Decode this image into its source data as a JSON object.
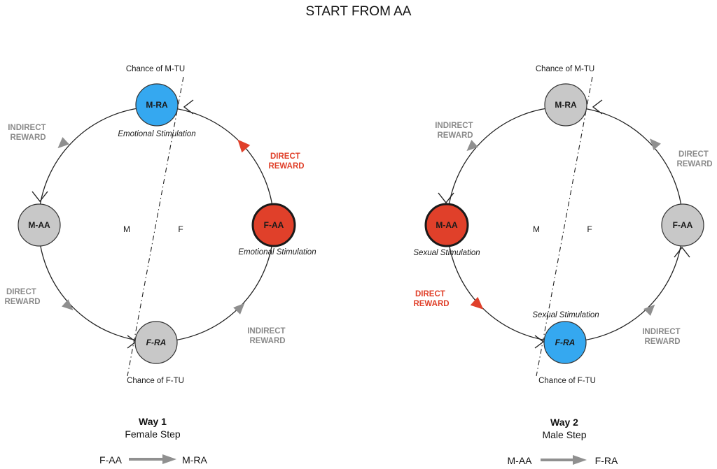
{
  "title": "START FROM AA",
  "colors": {
    "blue_node": "#35a8f0",
    "red_node": "#e0402a",
    "grey_node": "#c8c8c8",
    "red_text": "#e0402a",
    "grey_text": "#8a8a8a",
    "flow_arrow": "#909090"
  },
  "way1": {
    "chance_top": "Chance of M-TU",
    "chance_bottom": "Chance of F-TU",
    "side_m": "M",
    "side_f": "F",
    "nodes": {
      "top": "M-RA",
      "left": "M-AA",
      "right": "F-AA",
      "bottom": "F-RA"
    },
    "stim_top": "Emotional Stimulation",
    "stim_right": "Emotional Stimulation",
    "reward_top_left": [
      "INDIRECT",
      "REWARD"
    ],
    "reward_top_right": [
      "DIRECT",
      "REWARD"
    ],
    "reward_bottom_left": [
      "DIRECT",
      "REWARD"
    ],
    "reward_bottom_right": [
      "INDIRECT",
      "REWARD"
    ],
    "way_title": "Way 1",
    "way_sub": "Female Step",
    "flow_from": "F-AA",
    "flow_to": "M-RA"
  },
  "way2": {
    "chance_top": "Chance of M-TU",
    "chance_bottom": "Chance of F-TU",
    "side_m": "M",
    "side_f": "F",
    "nodes": {
      "top": "M-RA",
      "left": "M-AA",
      "right": "F-AA",
      "bottom": "F-RA"
    },
    "stim_left": "Sexual Stimulation",
    "stim_bottom": "Sexual Stimulation",
    "reward_top_left": [
      "INDIRECT",
      "REWARD"
    ],
    "reward_top_right": [
      "DIRECT",
      "REWARD"
    ],
    "reward_bottom_left": [
      "DIRECT",
      "REWARD"
    ],
    "reward_bottom_right": [
      "INDIRECT",
      "REWARD"
    ],
    "way_title": "Way 2",
    "way_sub": "Male Step",
    "flow_from": "M-AA",
    "flow_to": "F-RA"
  }
}
